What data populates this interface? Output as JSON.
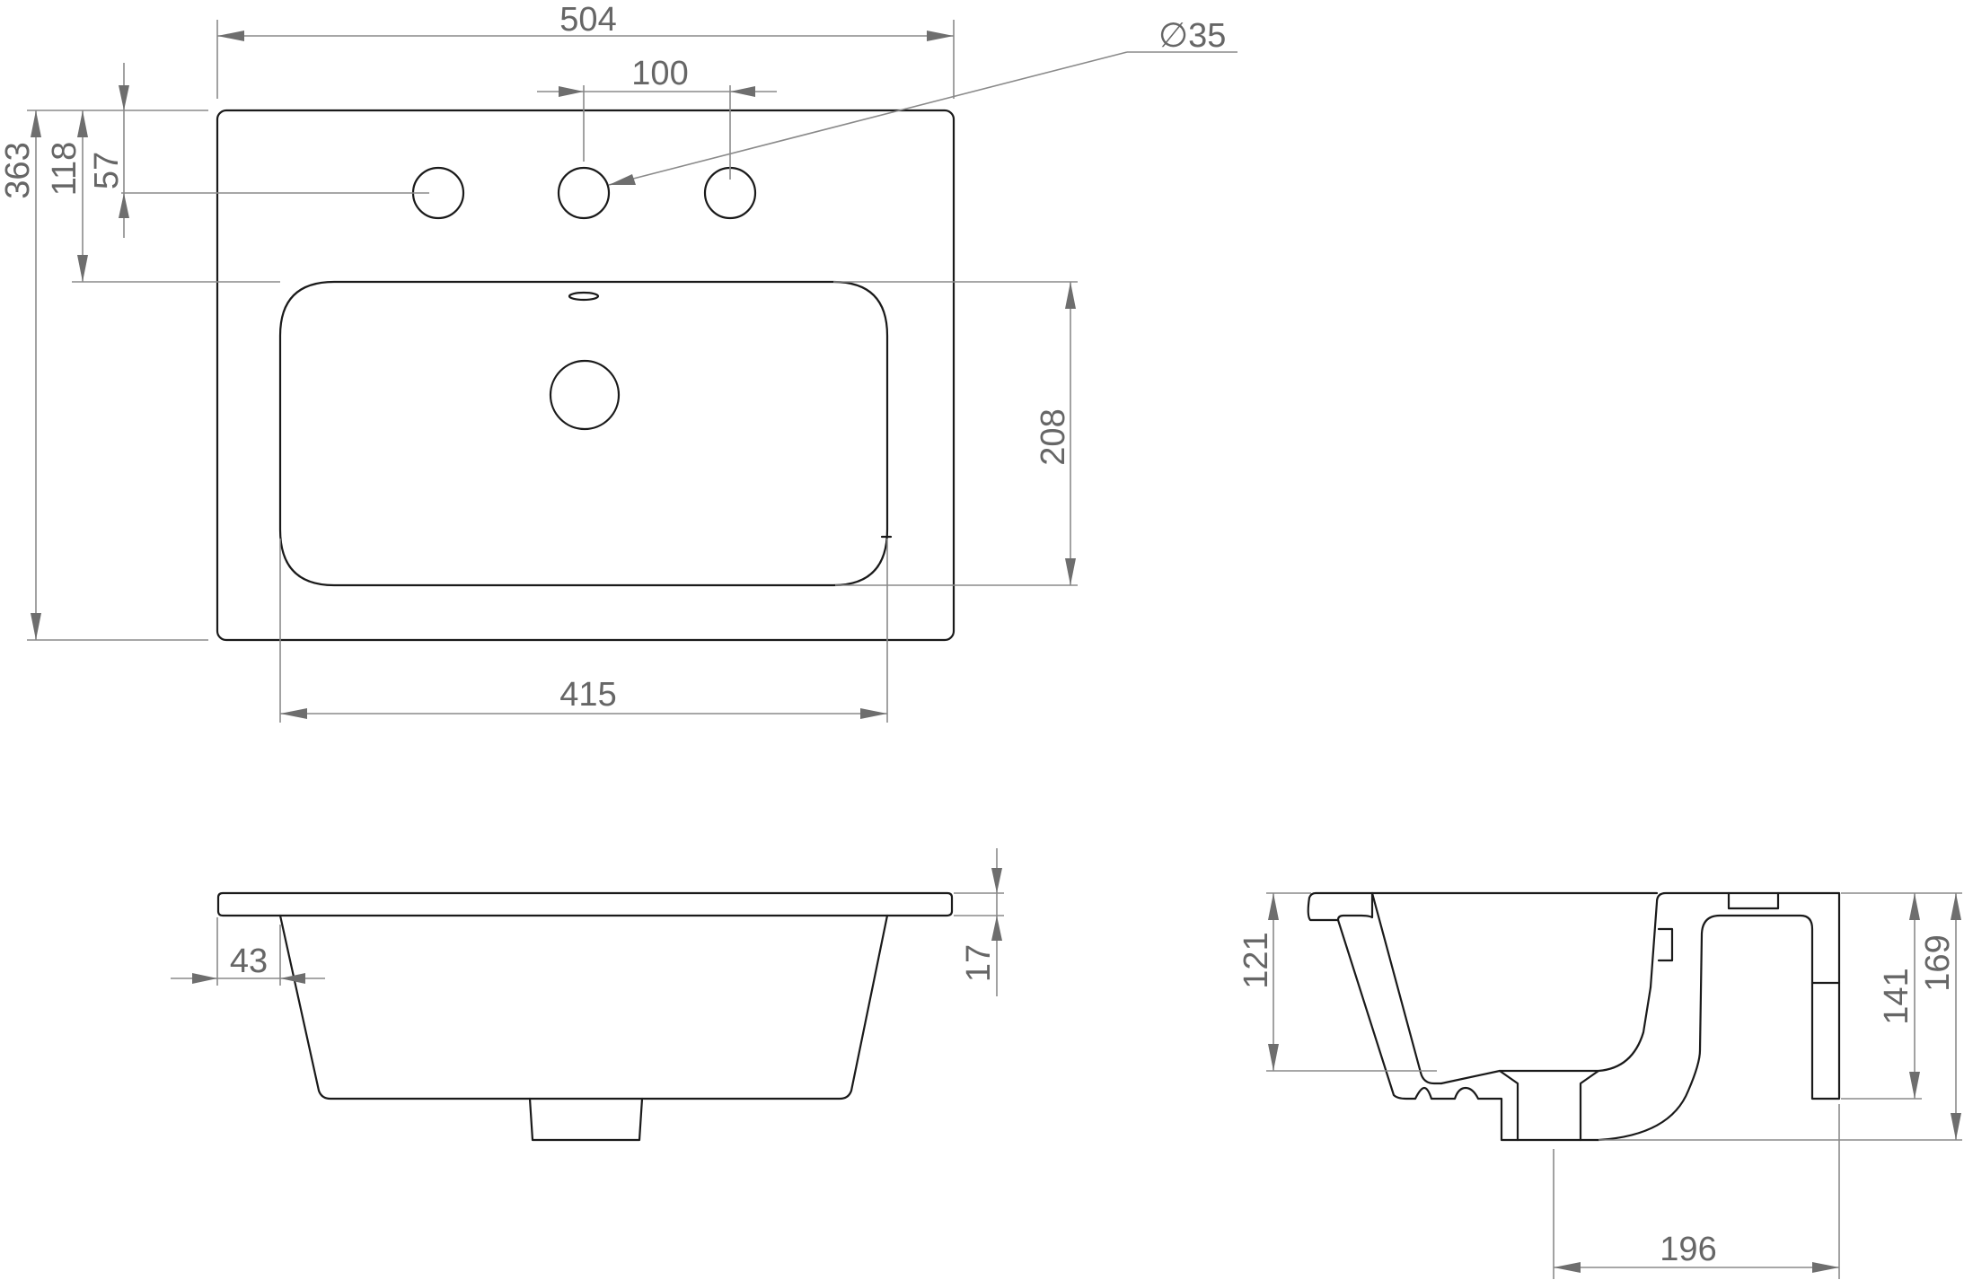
{
  "drawing": {
    "top_view": {
      "overall_width": "504",
      "tap_spacing": "100",
      "hole_diameter": "∅35",
      "overall_depth": "363",
      "basin_offset": "118",
      "tap_hole_offset": "57",
      "basin_depth": "208",
      "basin_width": "415"
    },
    "front_view": {
      "rim_overhang": "43",
      "rim_thickness": "17"
    },
    "side_view": {
      "bowl_depth": "121",
      "body_height": "141",
      "total_height": "169",
      "waste_offset": "196"
    },
    "colors": {
      "outline": "#1a1a1a",
      "dimension": "#8a8a8a",
      "text": "#666666"
    }
  }
}
